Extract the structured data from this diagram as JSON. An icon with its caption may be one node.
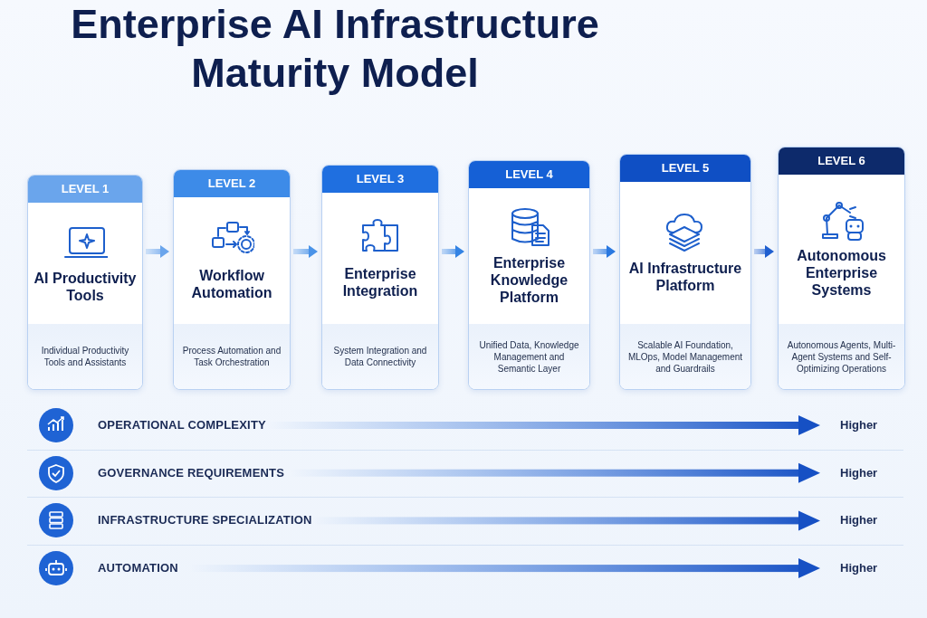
{
  "diagram": {
    "title": "Enterprise AI Infrastructure Maturity Model",
    "nodes": [
      {
        "text": [
          "LEVEL 1",
          "AI Productivity Tools",
          "Individual Productivity Tools and Assistants"
        ]
      },
      {
        "text": [
          "LEVEL 2",
          "Workflow Automation",
          "Process Automation and Task Orchestration"
        ]
      },
      {
        "text": [
          "LEVEL 3",
          "Enterprise Integration",
          "System Integration and Data Connectivity"
        ]
      },
      {
        "text": [
          "LEVEL 4",
          "Enterprise Knowledge Platform",
          "Unified Data, Knowledge Management and Semantic Layer"
        ]
      },
      {
        "text": [
          "LEVEL 5",
          "AI Infrastructure Platform",
          "Scalable AI Foundation, MLOps, Model Management and Guardrails"
        ]
      },
      {
        "text": [
          "LEVEL 6",
          "Autonomous Enterprise Systems",
          "Autonomous Agents, Multi-Agent Systems and Self-Optimizing Operations"
        ]
      }
    ],
    "edges": [
      {
        "from": 0,
        "to": 1,
        "arrow": "to"
      },
      {
        "from": 1,
        "to": 2,
        "arrow": "to"
      },
      {
        "from": 2,
        "to": 3,
        "arrow": "to"
      },
      {
        "from": 3,
        "to": 4,
        "arrow": "to"
      },
      {
        "from": 4,
        "to": 5,
        "arrow": "to"
      }
    ],
    "labels": [
      "OPERATIONAL COMPLEXITY",
      "Higher",
      "GOVERNANCE REQUIREMENTS",
      "Higher",
      "INFRASTRUCTURE SPECIALIZATION",
      "Higher",
      "AUTOMATION",
      "Higher"
    ]
  }
}
